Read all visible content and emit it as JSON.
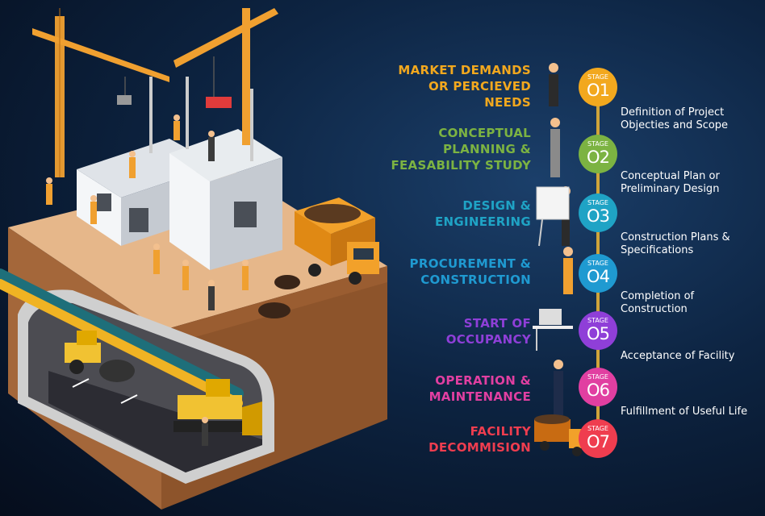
{
  "colors": {
    "stage1": "#f2a81e",
    "stage2": "#7cb342",
    "stage3": "#1fa3c5",
    "stage4": "#1f9ad1",
    "stage5": "#8f3fd8",
    "stage6": "#e13fa1",
    "stage7": "#ef3d4f"
  },
  "stages": [
    {
      "label": "STAGE",
      "number": "O1",
      "title": "MARKET DEMANDS\nOR  PERCIEVED\nNEEDS",
      "description": "Definition of Project\nObjecties and Scope"
    },
    {
      "label": "STAGE",
      "number": "O2",
      "title": "CONCEPTUAL\nPLANNING &\nFEASABILITY STUDY",
      "description": "Conceptual Plan or\nPreliminary Design"
    },
    {
      "label": "STAGE",
      "number": "O3",
      "title": "DESIGN &\nENGINEERING",
      "description": "Construction Plans &\nSpecifications"
    },
    {
      "label": "STAGE",
      "number": "O4",
      "title": "PROCUREMENT &\nCONSTRUCTION",
      "description": "Completion of\nConstruction"
    },
    {
      "label": "STAGE",
      "number": "O5",
      "title": "START OF\nOCCUPANCY",
      "description": "Acceptance of Facility"
    },
    {
      "label": "STAGE",
      "number": "O6",
      "title": "OPERATION &\nMAINTENANCE",
      "description": "Fulfillment of Useful Life"
    },
    {
      "label": "STAGE",
      "number": "O7",
      "title": "FACILITY\nDECOMMISION",
      "description": ""
    }
  ],
  "illustration": {
    "icons": [
      "construction-site-illustration",
      "tower-crane-icon",
      "dump-truck-icon",
      "bulldozer-icon",
      "road-roller-icon",
      "pipeline-icon",
      "tunnel-icon",
      "worker-icon",
      "desk-computer-icon",
      "drafting-board-icon"
    ]
  }
}
